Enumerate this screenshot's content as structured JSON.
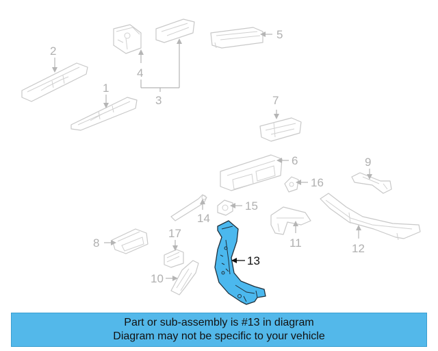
{
  "diagram": {
    "callouts": [
      "1",
      "2",
      "3",
      "4",
      "5",
      "6",
      "7",
      "8",
      "9",
      "10",
      "11",
      "12",
      "13",
      "14",
      "15",
      "16",
      "17"
    ],
    "highlighted_callout": "13",
    "highlight_color": "#4bb8ee"
  },
  "banner": {
    "line1": "Part or sub-assembly is #13 in diagram",
    "line2": "Diagram may not be specific to your vehicle",
    "background": "#53b8ea"
  }
}
